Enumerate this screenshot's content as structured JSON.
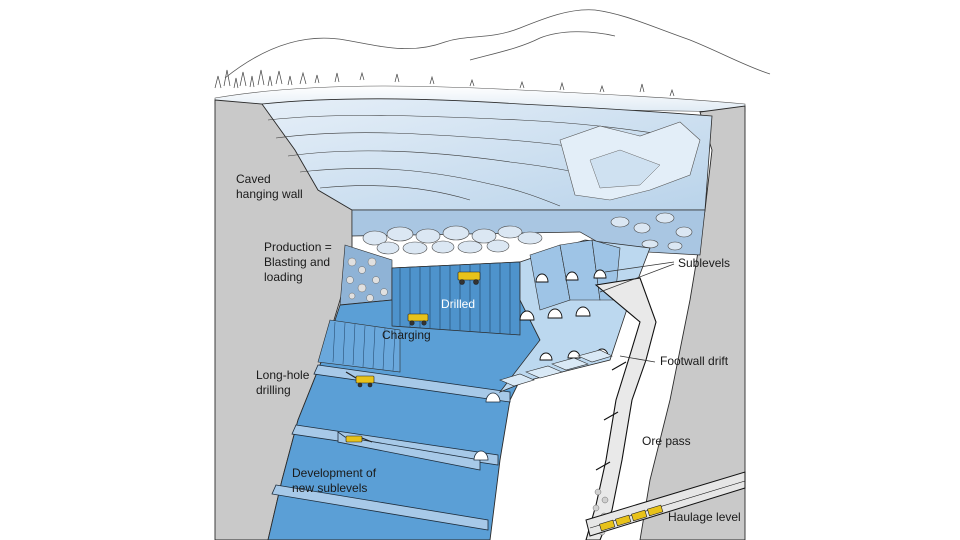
{
  "labels": {
    "caved_line1": "Caved",
    "caved_line2": "hanging wall",
    "prod_line1": "Production =",
    "prod_line2": "Blasting and",
    "prod_line3": "loading",
    "drilled": "Drilled",
    "charging": "Charging",
    "longhole_line1": "Long-hole",
    "longhole_line2": "drilling",
    "dev_line1": "Development of",
    "dev_line2": "new sublevels",
    "sublevels": "Sublevels",
    "footwall_drift": "Footwall drift",
    "ore_pass": "Ore pass",
    "haulage_level": "Haulage level"
  },
  "colors": {
    "rock_gray": "#c9c9c9",
    "orebody_blue": "#5b9fd6",
    "light_blue": "#bcd8ef",
    "ice_blue": "#d9e9f6",
    "vehicle_yellow": "#e8c21a",
    "outline": "#2b2b2b"
  }
}
